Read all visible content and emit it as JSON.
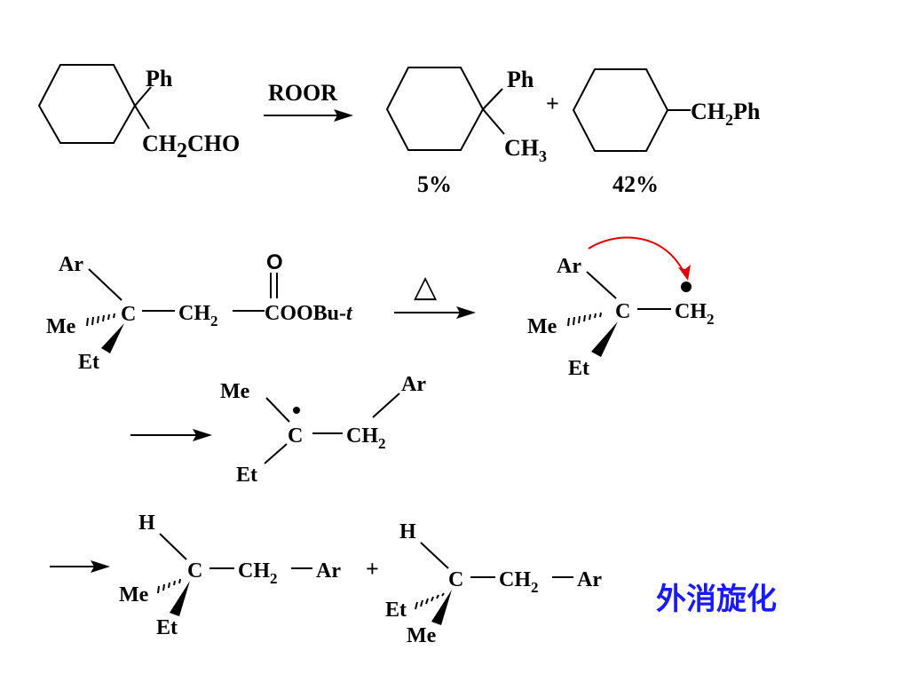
{
  "reaction1": {
    "reactant_ph": "Ph",
    "reactant_sub_a": "CH",
    "reactant_sub_2": "2",
    "reactant_sub_b": "CHO",
    "reagent": "ROOR",
    "product1_ph": "Ph",
    "product1_ch": "CH",
    "product1_3": "3",
    "plus": "+",
    "product2_ch": "CH",
    "product2_2": "2",
    "product2_ph": "Ph",
    "yield1": "5%",
    "yield2": "42%"
  },
  "reaction2": {
    "ar": "Ar",
    "me": "Me",
    "et": "Et",
    "c": "C",
    "ch": "CH",
    "sub2": "2",
    "carbonyl_o": "O",
    "ester": "COOBu-",
    "ester_t": "t",
    "heat": "△"
  },
  "radical_rearranged": {
    "me": "Me",
    "ar": "Ar",
    "c": "C",
    "ch": "CH",
    "sub2": "2",
    "et": "Et"
  },
  "products": {
    "h": "H",
    "c": "C",
    "ch": "CH",
    "sub2": "2",
    "ar": "Ar",
    "me": "Me",
    "et": "Et",
    "plus": "+"
  },
  "caption": "外消旋化",
  "colors": {
    "caption": "#1a1aff",
    "arrow_curve": "#e00000"
  }
}
